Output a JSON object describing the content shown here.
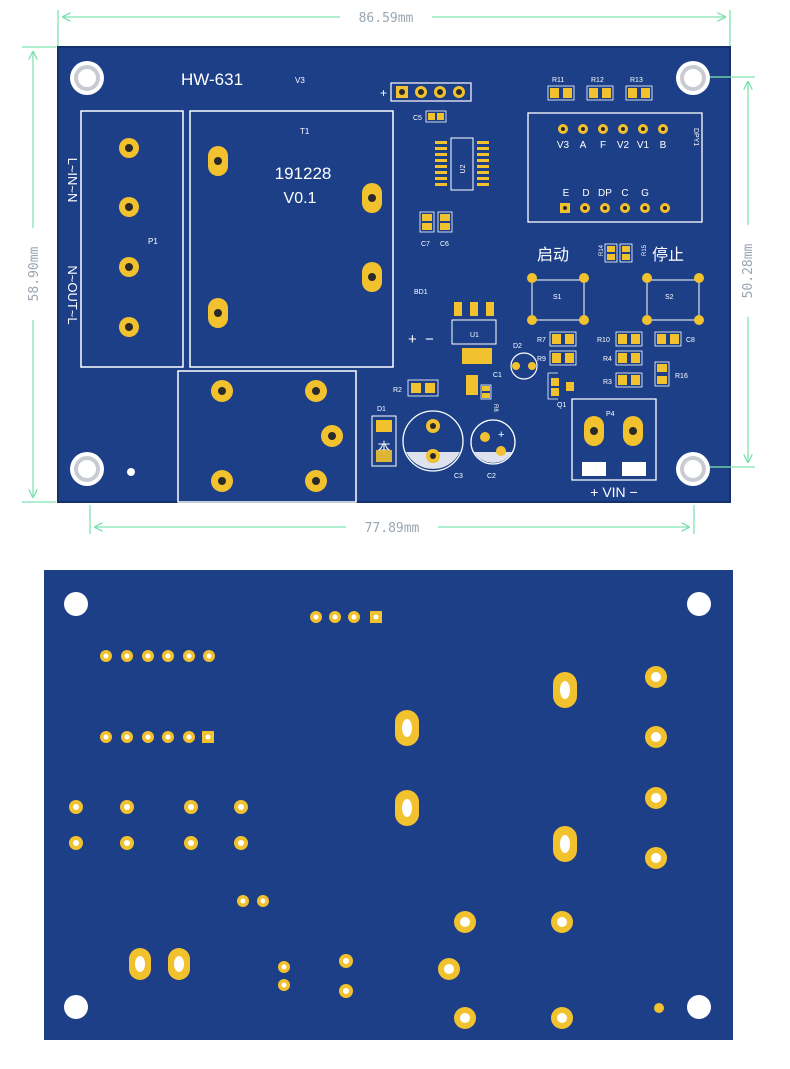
{
  "colors": {
    "board": "#1c3f88",
    "board_edge": "#14306d",
    "silkscreen": "#ffffff",
    "pad_gold": "#f2c12e",
    "hole": "#2a2a2a",
    "dimension": "#7fe3b0",
    "dimension_text": "#9aa6b2",
    "background": "#ffffff"
  },
  "dimensions": {
    "width_top": "86.59mm",
    "height_left": "58.90mm",
    "height_right": "50.28mm",
    "width_bottom": "77.89mm"
  },
  "top_board": {
    "model": "HW-631",
    "v3": "V3",
    "transformer_ref": "T1",
    "transformer_code": "191228",
    "transformer_ver": "V0.1",
    "terminal_ref": "P1",
    "terminal_top_label": "L~IN~N",
    "terminal_bottom_label": "N~OUT~L",
    "header_plus": "+",
    "u2": "U2",
    "c5": "C5",
    "c7": "C7",
    "c6": "C6",
    "bd1": "BD1",
    "bd_plus": "+",
    "bd_minus": "−",
    "u1": "U1",
    "r2": "R2",
    "c1": "C1",
    "d2": "D2",
    "r8": "R8",
    "d1": "D1",
    "d1_mark": "本",
    "c3": "C3",
    "c2": "C2",
    "c2_plus": "+",
    "r11": "R11",
    "r12": "R12",
    "r13": "R13",
    "dpy1": "DPY1",
    "dpy_top_labels": [
      "V3",
      "A",
      "F",
      "V2",
      "V1",
      "B"
    ],
    "dpy_bottom_labels": [
      "E",
      "D",
      "DP",
      "C",
      "G"
    ],
    "start_label": "启动",
    "stop_label": "停止",
    "r14": "R14",
    "r15": "R15",
    "s1": "S1",
    "s2": "S2",
    "r7": "R7",
    "r9": "R9",
    "r10": "R10",
    "c8": "C8",
    "r4": "R4",
    "r3": "R3",
    "r16": "R16",
    "q1": "Q1",
    "p4": "P4",
    "vin_label": "+ VIN −"
  },
  "bottom_board": {}
}
